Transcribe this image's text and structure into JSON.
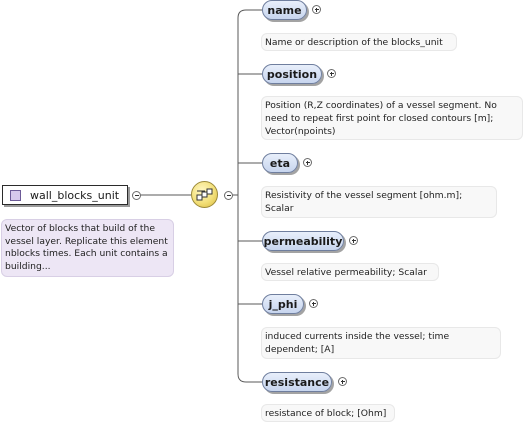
{
  "root": {
    "label": "wall_blocks_unit",
    "documentation": "Vector of blocks that build of the vessel layer. Replicate this element nblocks times. Each unit contains a building...",
    "icon": "complex-type-icon"
  },
  "connector": {
    "icon": "sequence-icon"
  },
  "children": [
    {
      "label": "name",
      "documentation": "Name or description of the blocks_unit"
    },
    {
      "label": "position",
      "documentation": "Position (R,Z coordinates) of a vessel segment. No need to repeat first point for closed contours [m]; Vector(npoints)"
    },
    {
      "label": "eta",
      "documentation": "Resistivity of the vessel segment [ohm.m]; Scalar"
    },
    {
      "label": "permeability",
      "documentation": "Vessel relative permeability; Scalar"
    },
    {
      "label": "j_phi",
      "documentation": "induced currents inside the vessel; time dependent; [A]"
    },
    {
      "label": "resistance",
      "documentation": "resistance of block; [Ohm]"
    }
  ],
  "colors": {
    "element_fill": "#c7d5ee",
    "element_border": "#6f7e9e",
    "root_doc_fill": "#ede6f5",
    "sequence_fill": "#f3e07a"
  }
}
